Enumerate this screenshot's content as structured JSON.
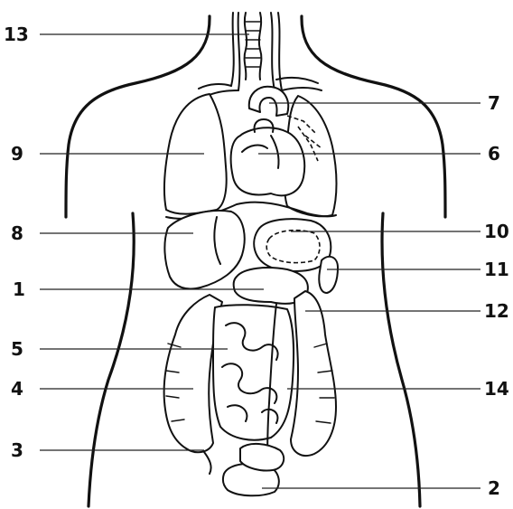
{
  "labels": {
    "left": {
      "13": "13",
      "9": "9",
      "8": "8",
      "1": "1",
      "5": "5",
      "4": "4",
      "3": "3"
    },
    "right": {
      "7": "7",
      "6": "6",
      "10": "10",
      "11": "11",
      "12": "12",
      "14": "14",
      "2": "2"
    }
  }
}
